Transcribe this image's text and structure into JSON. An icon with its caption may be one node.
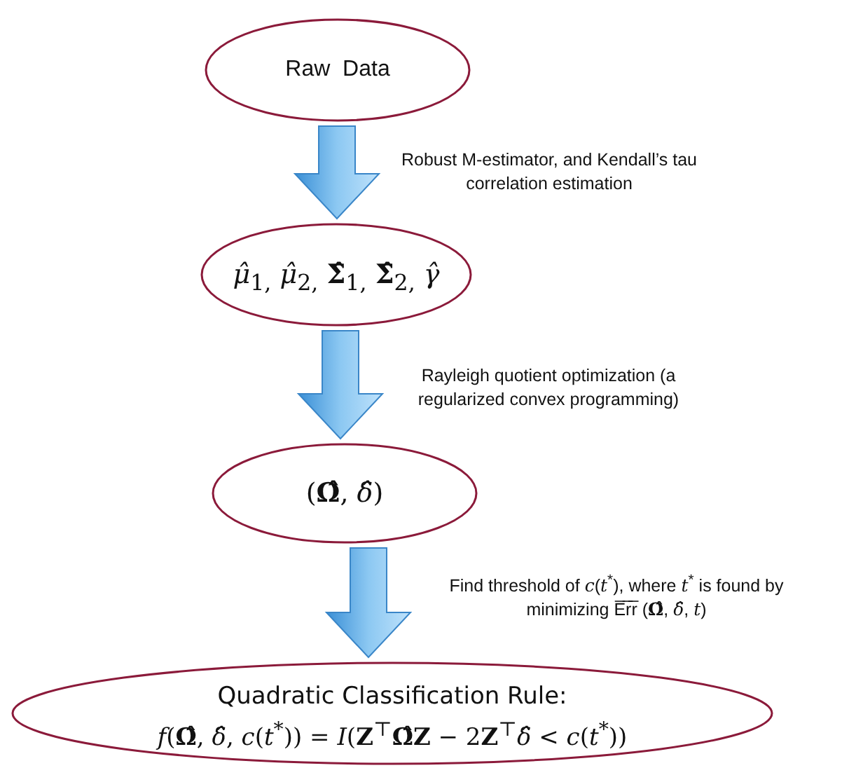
{
  "diagram": {
    "nodes": [
      {
        "text": [
          "Raw  Data"
        ]
      },
      {
        "text": [
          "*μ̂*$_{1,}$ *μ̂*$_{2,}$ **Σ̂**$_{1,}$ **Σ̂**$_{2,}$ *γ̂*"
        ]
      },
      {
        "text": [
          "(**Ω̂**, *δ̂*)"
        ]
      },
      {
        "text": [
          "Quadratic Classification Rule:",
          "*f*(**Ω̂**, *δ̂*, *c*(*t*$^{*}$)) = *I*(**Z**$^{⊤}$**Ω̂Z** − 2**Z**$^{⊤}$*δ̂* < *c*(*t*$^{*}$))"
        ]
      }
    ],
    "edges": [
      {
        "from": 0,
        "to": 1,
        "arrow": "to",
        "label": "Robust M-estimator, and Kendall’s tau correlation estimation"
      },
      {
        "from": 1,
        "to": 2,
        "arrow": "to",
        "label": "Rayleigh quotient optimization (a regularized convex programming)"
      },
      {
        "from": 2,
        "to": 3,
        "arrow": "to",
        "label": "Find threshold of *c*(*t*$^{*}$), where *t*$^{*}$ is found by minimizing E̅r̅r̅ (**Ω̂**, *δ̂*, *t*)"
      }
    ]
  }
}
